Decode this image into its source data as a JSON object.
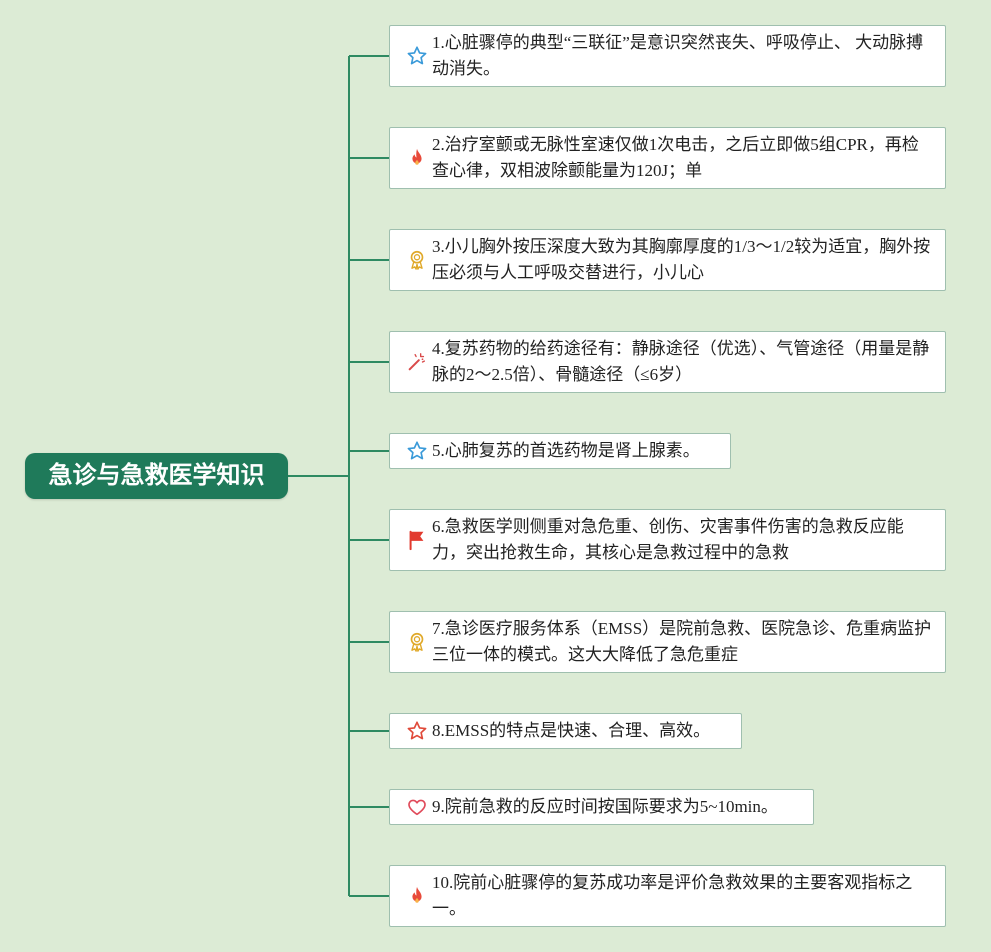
{
  "root": {
    "title": "急诊与急救医学知识"
  },
  "nodes": [
    {
      "icon": "star-outline-blue-icon",
      "text": "1.心脏骤停的典型“三联征”是意识突然丧失、呼吸停止、 大动脉搏动消失。"
    },
    {
      "icon": "fire-icon",
      "text": "2.治疗室颤或无脉性室速仅做1次电击，之后立即做5组CPR，再检查心律，双相波除颤能量为120J；单"
    },
    {
      "icon": "award-medal-icon",
      "text": "3.小儿胸外按压深度大致为其胸廓厚度的1/3～1/2较为适宜，胸外按压必须与人工呼吸交替进行，小儿心"
    },
    {
      "icon": "magic-wand-icon",
      "text": "4.复苏药物的给药途径有：静脉途径（优选）、气管途径（用量是静脉的2～2.5倍）、骨髓途径（≤6岁）"
    },
    {
      "icon": "star-outline-blue-icon",
      "text": "5.心肺复苏的首选药物是肾上腺素。"
    },
    {
      "icon": "red-flag-icon",
      "text": "6.急救医学则侧重对急危重、创伤、灾害事件伤害的急救反应能力，突出抢救生命，其核心是急救过程中的急救"
    },
    {
      "icon": "award-medal-icon",
      "text": "7.急诊医疗服务体系（EMSS）是院前急救、医院急诊、危重病监护三位一体的模式。这大大降低了急危重症"
    },
    {
      "icon": "star-outline-red-icon",
      "text": "8.EMSS的特点是快速、合理、高效。"
    },
    {
      "icon": "heart-outline-icon",
      "text": "9.院前急救的反应时间按国际要求为5~10min。"
    },
    {
      "icon": "fire-icon",
      "text": "10.院前心脏骤停的复苏成功率是评价急救效果的主要客观指标之一。"
    }
  ],
  "colors": {
    "background": "#dcebd5",
    "root_fill": "#1f7a5a",
    "connector": "#2e8a62",
    "node_border": "#9fbfaf"
  }
}
